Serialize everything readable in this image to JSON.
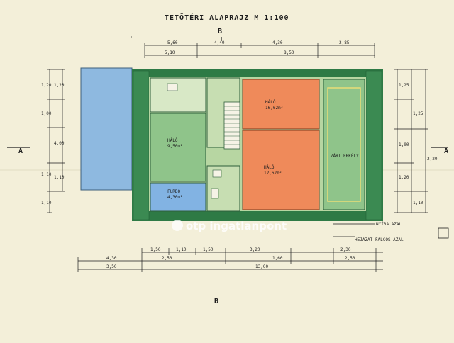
{
  "title": "TETŐTÉRI ALAPRAJZ M 1:100",
  "section_marks": {
    "top": "B",
    "bottom": "B",
    "left": "A",
    "right": "A"
  },
  "rooms": [
    {
      "name": "HÁLÓ",
      "detail": "9,50m²",
      "color": "#8fc48a"
    },
    {
      "name": "FÜRDŐ",
      "detail": "4,30m²",
      "color": "#82b3e3"
    },
    {
      "name": "HÁLÓ",
      "detail": "16,62m²",
      "color": "#ef8a5a"
    },
    {
      "name": "HÁLÓ",
      "detail": "12,62m²",
      "color": "#ef8a5a"
    },
    {
      "name": "ZÁRT ERKÉLY",
      "detail": "",
      "color": "#8fc48a"
    }
  ],
  "annotations": {
    "roof_note": "NYÍRA AZAL",
    "eaves_note": "HÉJAZAT FALCOS AZAL",
    "watermark": "otp ingatlanpont"
  },
  "dimensions": {
    "top_row1": [
      "5,60",
      "4,40",
      "4,30",
      "2,85"
    ],
    "top_row2": [
      "5,10",
      "8,50"
    ],
    "bottom_row1": [
      "1,50",
      "1,10",
      "1,50",
      "3,20",
      "2,30"
    ],
    "bottom_row2": [
      "4,30",
      "2,50",
      "1,60",
      "2,50"
    ],
    "bottom_row3": [
      "3,50",
      "13,00"
    ],
    "left_side": [
      "1,20",
      "1,20",
      "1,00",
      "4,00",
      "1,10",
      "1,10",
      "1,10"
    ],
    "right_side": [
      "1,25",
      "1,25",
      "1,00",
      "2,20",
      "1,20",
      "1,10"
    ]
  },
  "colors": {
    "paper": "#f3efd9",
    "wall": "#2e7a45",
    "terrace_blue": "#8eb9e0",
    "room_green": "#8fc48a",
    "room_orange": "#ef8a5a",
    "room_blue": "#82b3e3",
    "interior_green": "#b7d6a2"
  }
}
